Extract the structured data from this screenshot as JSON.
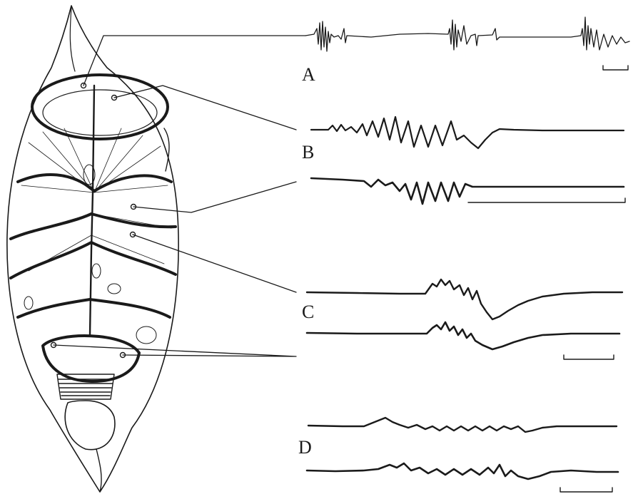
{
  "panels": [
    {
      "id": "A",
      "label": "A"
    },
    {
      "id": "B",
      "label": "B"
    },
    {
      "id": "C",
      "label": "C"
    },
    {
      "id": "D",
      "label": "D"
    }
  ],
  "colors": {
    "ink": "#1a1a1a",
    "paper": "#ffffff"
  }
}
